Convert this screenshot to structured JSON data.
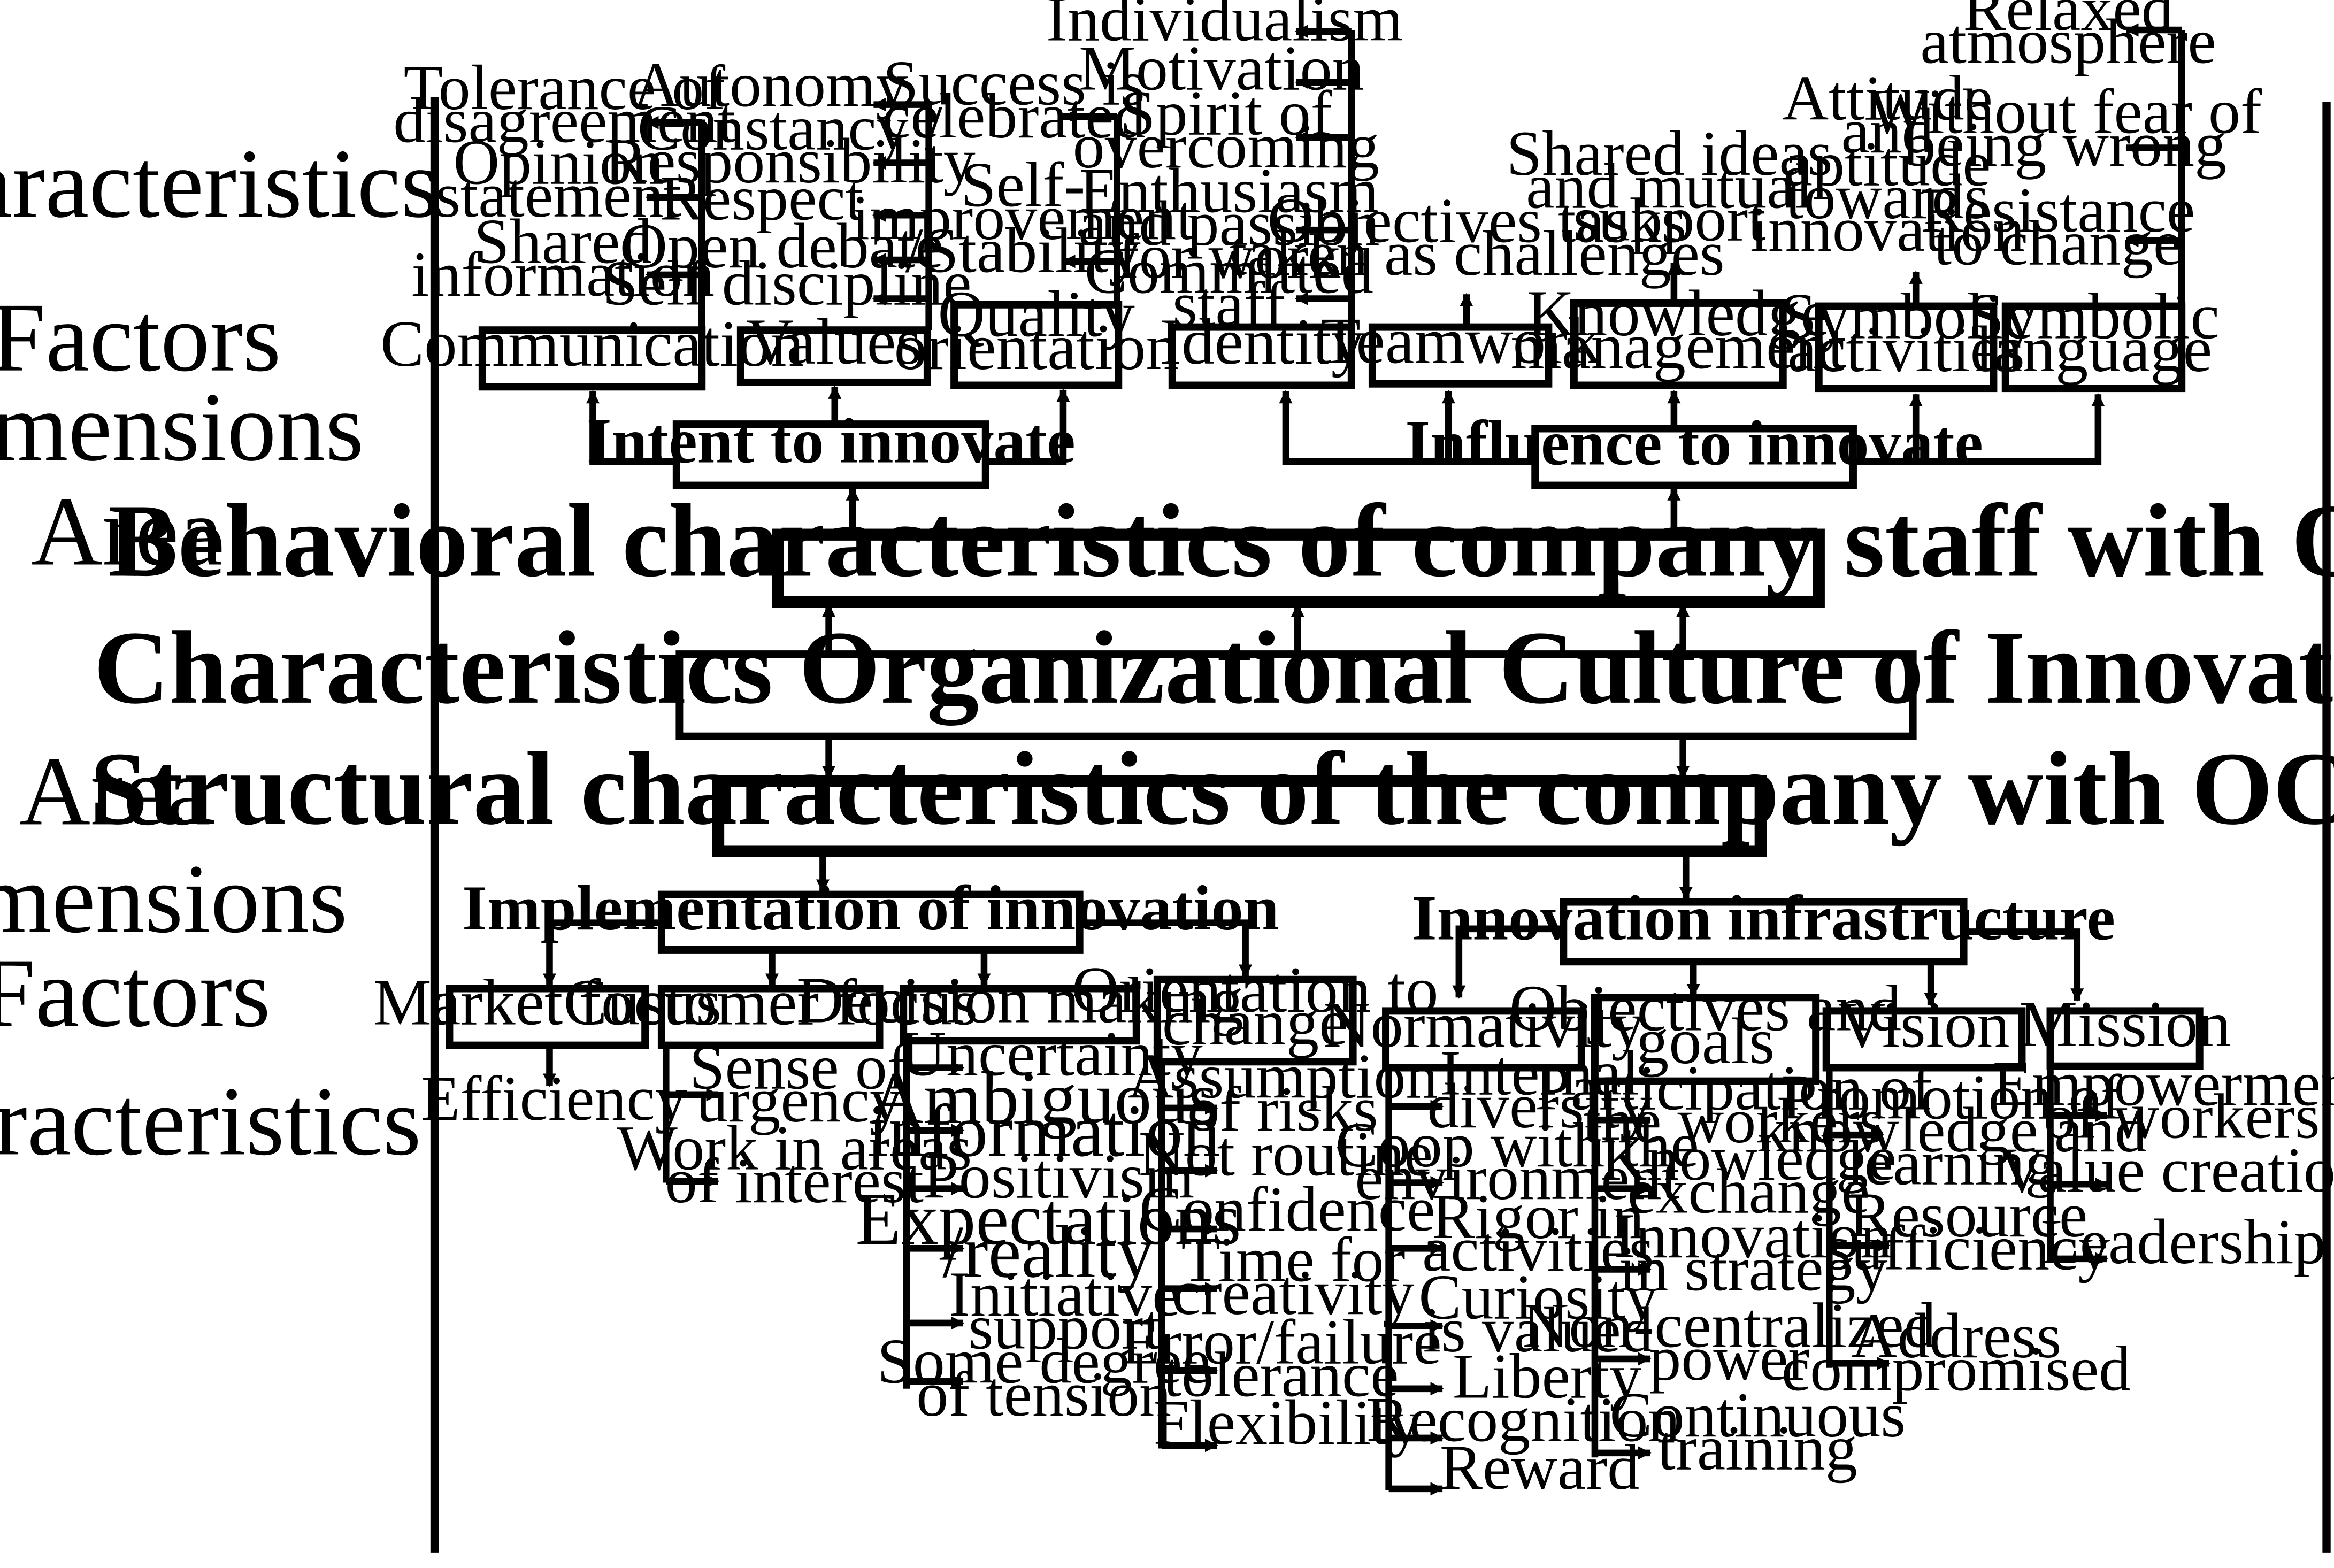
{
  "row_labels": {
    "characteristics": "Characteristics",
    "factors": "Factors",
    "dimensions": "Dimensions",
    "area": "Area"
  },
  "center": {
    "title": "Characteristics Organizational Culture of Innovation.",
    "behavioral_area": "Behavioral characteristics of company staff with OCI",
    "structural_area": "Structural characteristics of the company with OCI"
  },
  "behavioral": {
    "intent_to_innovate": {
      "label": "Intent to innovate",
      "factors": {
        "communication": {
          "label": "Communication",
          "characteristics": [
            [
              "Tolerance of",
              "disagreement"
            ],
            [
              "Opinion",
              "statement"
            ],
            [
              "Shared",
              "information"
            ]
          ]
        },
        "values": {
          "label": "Values",
          "characteristics": [
            [
              "Autonomy"
            ],
            [
              "Constancy /",
              "Responsibility"
            ],
            [
              "Respect"
            ],
            [
              "Open debate"
            ],
            [
              "Self discipline"
            ]
          ]
        },
        "quality_orientation": {
          "label": [
            "Quality",
            "orientation"
          ],
          "characteristics": [
            [
              "Success is",
              "celebrated"
            ],
            [
              "Self-",
              "improvement",
              "/Stability"
            ]
          ]
        }
      }
    },
    "influence_to_innovate": {
      "label": "Influence to innovate",
      "factors": {
        "identity": {
          "label": "Identity",
          "characteristics": [
            [
              "Individualism"
            ],
            [
              "Motivation"
            ],
            [
              "Spirit  of",
              "overcoming"
            ],
            [
              "Enthusiasm",
              "and passion",
              "for work"
            ],
            [
              "Committed",
              "staff"
            ]
          ]
        },
        "teamwork": {
          "label": "Teamwork",
          "characteristics": [
            [
              "Objectives        tasks",
              "taken as challenges"
            ]
          ]
        },
        "knowledge_management": {
          "label": [
            "Knowledge",
            "management"
          ],
          "characteristics": [
            [
              "Shared ideas",
              "and mutual",
              "support"
            ]
          ]
        },
        "symbolic_activities": {
          "label": [
            "Symbolic",
            "activities"
          ],
          "characteristics": [
            [
              "Attitude",
              "and",
              "aptitude",
              "towards",
              "innovation"
            ]
          ]
        },
        "symbolic_language": {
          "label": [
            "Symbolic",
            "language"
          ],
          "characteristics": [
            [
              "Relaxed",
              "atmosphere"
            ],
            [
              "Without  fear of",
              "being wrong"
            ],
            [
              "Resistance",
              "to change"
            ]
          ]
        }
      }
    }
  },
  "structural": {
    "implementation_of_innovation": {
      "label": "Implementation of innovation",
      "factors": {
        "market_focus": {
          "label": "Market focus",
          "characteristics": [
            [
              "Efficiency"
            ]
          ]
        },
        "customer_focus": {
          "label": "Customer focus",
          "characteristics": [
            [
              "Sense of",
              "urgency"
            ],
            [
              "Work in areas",
              "of interest"
            ]
          ]
        },
        "decision_making": {
          "label": "Decision making",
          "characteristics": [
            [
              "Uncertainty"
            ],
            [
              "Ambiguous",
              "information"
            ],
            [
              "Positivism"
            ],
            [
              "Expectations",
              "/reality"
            ],
            [
              "Initiative",
              "support"
            ],
            [
              "Some degree",
              "of tension"
            ]
          ]
        },
        "orientation_to_change": {
          "label": [
            "Orientation to",
            "change"
          ],
          "characteristics": [
            [
              "Assumption",
              "of risks"
            ],
            [
              "Not routine"
            ],
            [
              "Confidence"
            ],
            [
              "Time for",
              "creativity"
            ],
            [
              "Error/failure",
              "tolerance"
            ],
            [
              "Flexibility"
            ]
          ]
        }
      }
    },
    "innovation_infrastructure": {
      "label": "Innovation infrastructure",
      "factors": {
        "normativity": {
          "label": "Normativity",
          "characteristics": [
            [
              "Internal",
              "diversity"
            ],
            [
              "Coop with the",
              "environment"
            ],
            [
              "Rigor in",
              "activities"
            ],
            [
              "Curiosity",
              "is valued"
            ],
            [
              "Liberty"
            ],
            [
              "Recognition"
            ],
            [
              "Reward"
            ]
          ]
        },
        "objectives_and_goals": {
          "label": [
            "Objectives and",
            "goals"
          ],
          "characteristics": [
            [
              "Participation of",
              "the workers"
            ],
            [
              "Knowledge",
              "exchange"
            ],
            [
              "Innovation",
              "in strategy"
            ],
            [
              "Non-centralized",
              "power"
            ],
            [
              "Continuous",
              "training"
            ]
          ]
        },
        "vision": {
          "label": "Vision",
          "characteristics": [
            [
              "Promotion    of",
              "knowledge and",
              "learning"
            ],
            [
              "Resource",
              "sufficiency"
            ],
            [
              "Address",
              "compromised"
            ]
          ]
        },
        "mission": {
          "label": "Mission",
          "characteristics": [
            [
              "Empowerment",
              "of workers"
            ],
            [
              "Value creation"
            ],
            [
              "Leadership"
            ]
          ]
        }
      }
    }
  }
}
